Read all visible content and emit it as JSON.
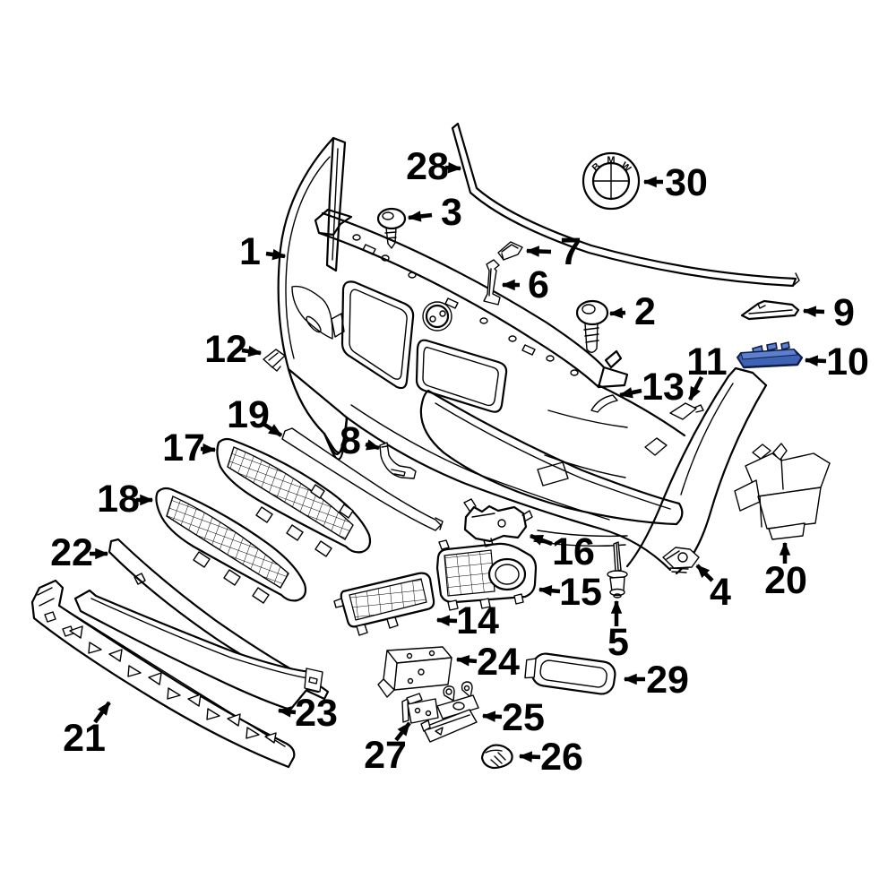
{
  "figure": {
    "type": "exploded-parts-diagram",
    "description": "Front bumper and components exploded parts diagram with numbered callouts",
    "background": "#ffffff",
    "line_color": "#000000"
  },
  "highlight": {
    "part_number": "10",
    "body_fill": "#3e62b4",
    "top_fill": "#5c7fce",
    "outline": "#101c4a"
  },
  "emblem": {
    "letters": [
      "B",
      "M",
      "W"
    ]
  },
  "callouts": [
    {
      "n": "1"
    },
    {
      "n": "2"
    },
    {
      "n": "3"
    },
    {
      "n": "4"
    },
    {
      "n": "5"
    },
    {
      "n": "6"
    },
    {
      "n": "7"
    },
    {
      "n": "8"
    },
    {
      "n": "9"
    },
    {
      "n": "10"
    },
    {
      "n": "11"
    },
    {
      "n": "12"
    },
    {
      "n": "13"
    },
    {
      "n": "14"
    },
    {
      "n": "15"
    },
    {
      "n": "16"
    },
    {
      "n": "17"
    },
    {
      "n": "18"
    },
    {
      "n": "19"
    },
    {
      "n": "20"
    },
    {
      "n": "21"
    },
    {
      "n": "22"
    },
    {
      "n": "23"
    },
    {
      "n": "24"
    },
    {
      "n": "25"
    },
    {
      "n": "26"
    },
    {
      "n": "27"
    },
    {
      "n": "28"
    },
    {
      "n": "29"
    },
    {
      "n": "30"
    }
  ]
}
